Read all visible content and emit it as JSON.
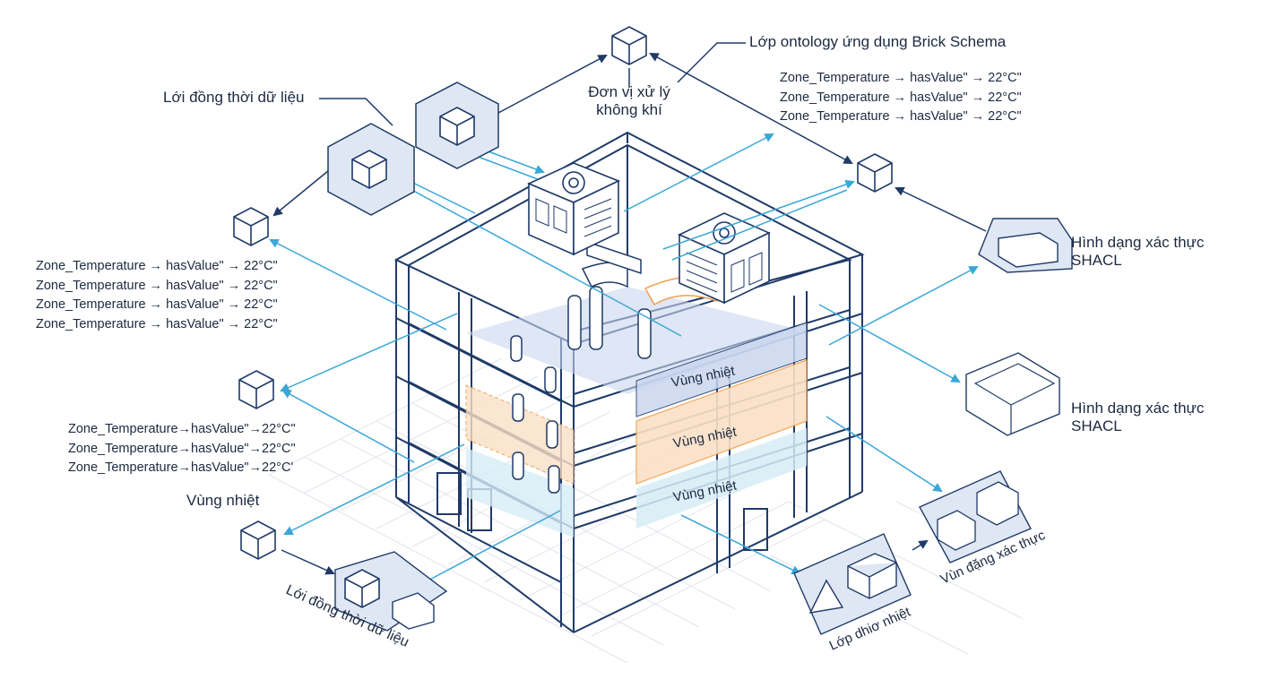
{
  "labels": {
    "brick_layer": "Lớp ontology ứng dụng Brick Schema",
    "ahu_line1": "Đơn vị xử lý",
    "ahu_line2": "không khí",
    "data_grid_top": "Lới đồng thời dữ liệu",
    "shacl_1_line1": "Hình dạng xác thực",
    "shacl_1_line2": "SHACL",
    "shacl_2_line1": "Hình dạng xác thực",
    "shacl_2_line2": "SHACL",
    "zone_left": "Vùng nhiệt",
    "data_grid_bottom": "Lới đồng thời dữ liệu",
    "thermal_layer": "Lớp dhiơ nhiệt",
    "shape_validate": "Vùn đặng xác thực",
    "zone_floor_1": "Vùng nhiệt",
    "zone_floor_2": "Vùng nhiệt",
    "zone_floor_3": "Vùng nhiệt"
  },
  "readouts": {
    "top_right": [
      "Zone_Temperature → hasValue\" → 22°C\"",
      "Zone_Temperature → hasValue\" → 22°C\"",
      "Zone_Temperature → hasValue\" → 22°C\""
    ],
    "left_upper": [
      "Zone_Temperature → hasValue\" → 22°C\"",
      "Zone_Temperature → hasValue\" → 22°C\"",
      "Zone_Temperature → hasValue\" → 22°C\"",
      "Zone_Temperature → hasValue\" → 22°C\""
    ],
    "left_lower": [
      "Zone_Temperature→hasValue\"→22°C\"",
      "Zone_Temperature→hasValue\"→22°C\"",
      "Zone_Temperature→hasValue\"→22°C'"
    ]
  },
  "colors": {
    "structure": "#1f3a68",
    "connector": "#3aa7d6",
    "zone_blue": "#c9d6ee",
    "zone_orange": "#fbe1c6",
    "zone_light": "#d6ecf6",
    "grid": "#d5dbe3",
    "hex_fill": "#dfe7f4"
  },
  "icons": [
    "cube-icon",
    "hexagon-cube-icon",
    "rooftop-hvac-unit-icon",
    "pyramid-icon",
    "box-icon"
  ]
}
